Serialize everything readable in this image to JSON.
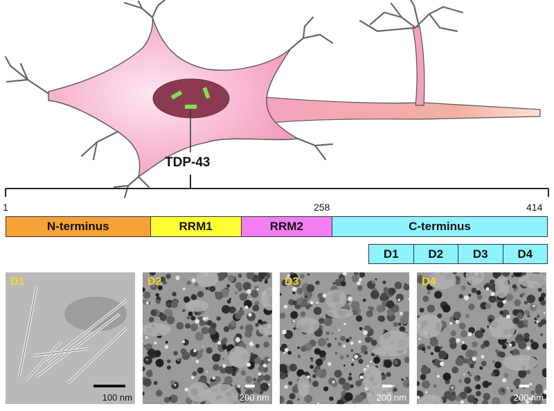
{
  "protein_label": "TDP-43",
  "positions": {
    "start": "1",
    "mid": "258",
    "end": "414"
  },
  "domains": [
    {
      "label": "N-terminus",
      "color": "#f7a236",
      "width_fraction": 0.267
    },
    {
      "label": "RRM1",
      "color": "#ffff33",
      "width_fraction": 0.168
    },
    {
      "label": "RRM2",
      "color": "#f27ff4",
      "width_fraction": 0.168
    },
    {
      "label": "C-terminus",
      "color": "#8ff3ff",
      "width_fraction": 0.397
    }
  ],
  "c_terminal_subdomains": [
    "D1",
    "D2",
    "D3",
    "D4"
  ],
  "panels": [
    {
      "label": "D1",
      "scale": "100 nm",
      "style": "fibrils"
    },
    {
      "label": "D2",
      "scale": "200 nm",
      "style": "aggregates"
    },
    {
      "label": "D3",
      "scale": "200 nm",
      "style": "aggregates"
    },
    {
      "label": "D4",
      "scale": "200 nm",
      "style": "aggregates"
    }
  ],
  "colors": {
    "cell_body": "#f6a6c6",
    "nucleus": "#8c3a52",
    "tdp43_marker": "#7ee04b",
    "dendrite": "#666666"
  }
}
